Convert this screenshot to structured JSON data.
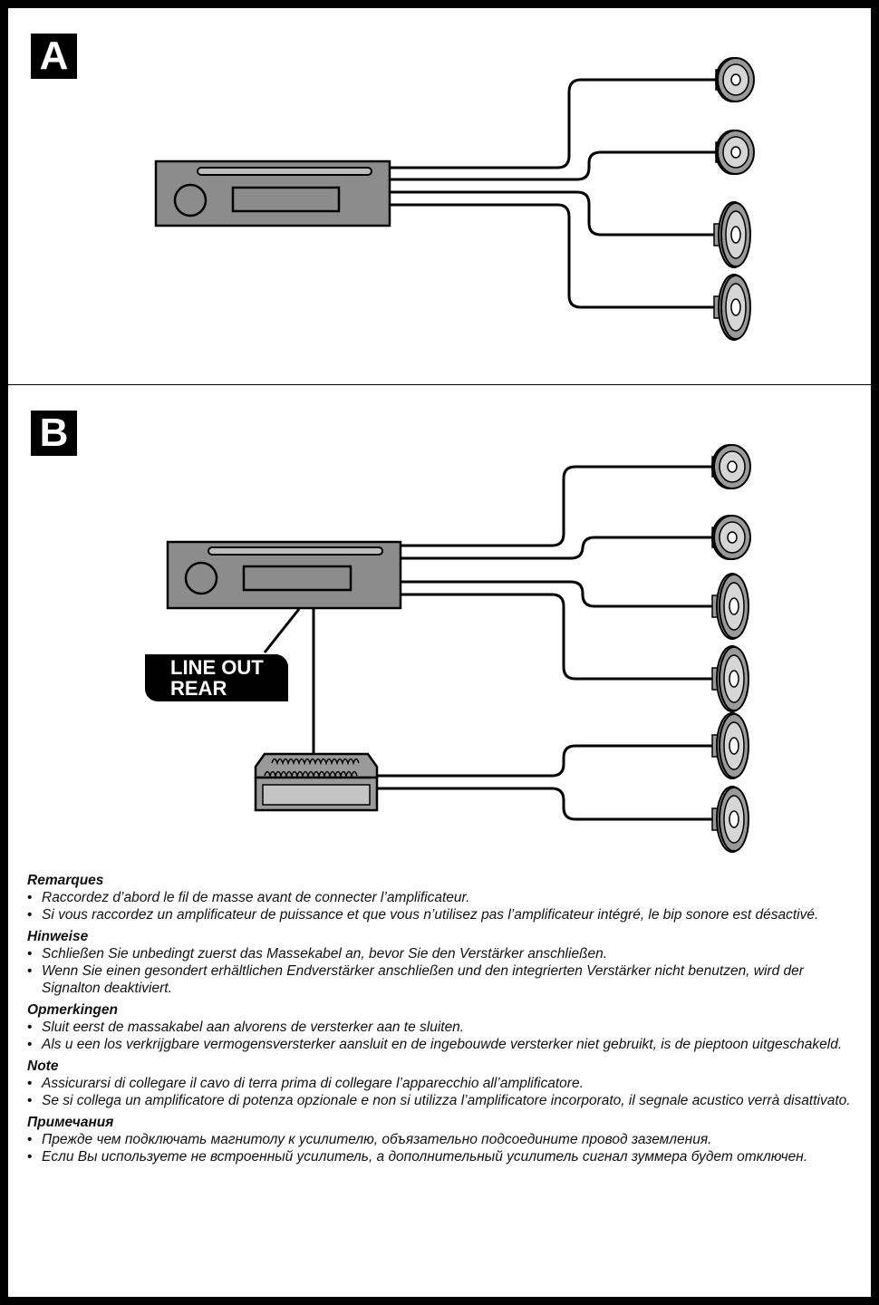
{
  "panels": [
    {
      "label": "A"
    },
    {
      "label": "B",
      "callout": "LINE OUT\nREAR"
    }
  ],
  "notes": [
    {
      "heading": "Remarques",
      "items": [
        "Raccordez d’abord le fil de masse avant de connecter l’amplificateur.",
        "Si vous raccordez un amplificateur de puissance et que vous n’utilisez pas l’amplificateur intégré, le bip sonore est désactivé."
      ]
    },
    {
      "heading": "Hinweise",
      "items": [
        "Schließen Sie unbedingt zuerst das Massekabel an, bevor Sie den Verstärker anschließen.",
        "Wenn Sie einen gesondert erhältlichen Endverstärker anschließen und den integrierten Verstärker nicht benutzen, wird der Signalton deaktiviert."
      ]
    },
    {
      "heading": "Opmerkingen",
      "items": [
        "Sluit eerst de massakabel aan alvorens de versterker aan te sluiten.",
        "Als u een los verkrijgbare vermogensversterker aansluit en de ingebouwde versterker niet gebruikt, is de pieptoon uitgeschakeld."
      ]
    },
    {
      "heading": "Note",
      "items": [
        "Assicurarsi di collegare il cavo di terra prima di collegare l’apparecchio all’amplificatore.",
        "Se si collega un amplificatore di potenza opzionale e non si utilizza l’amplificatore incorporato, il segnale acustico verrà disattivato."
      ]
    },
    {
      "heading": "Примечания",
      "items": [
        "Прежде чем подключать магнитолу к усилителю, объязательно подсоедините провод заземления.",
        "Если Вы используете не встроенный усилитель, а дополнительный усилитель сигнал зуммера будет отключен."
      ]
    }
  ],
  "colors": {
    "unit_fill": "#8c8c8c",
    "speaker_fill": "#9a9a9a",
    "line": "#000000"
  }
}
